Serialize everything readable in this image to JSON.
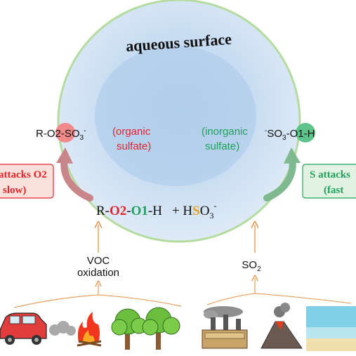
{
  "droplet": {
    "title": "aqueous surface"
  },
  "left_product": {
    "r_prefix": "R",
    "o2": "O2",
    "so3": "SO",
    "so3_sub": "3",
    "so3_sup": "-",
    "label_line1": "(organic",
    "label_line2": "sulfate)"
  },
  "right_product": {
    "so3_sup": "-",
    "so3": "SO",
    "so3_sub": "3",
    "o1": "O1",
    "h": "H",
    "label_line1": "(inorganic",
    "label_line2": "sulfate)"
  },
  "left_attack": {
    "line1": "attacks O2",
    "line2": "slow)"
  },
  "right_attack": {
    "line1": "S attacks",
    "line2": "(fast"
  },
  "reactants": {
    "r": "R-",
    "o2": "O2",
    "dash1": "-",
    "o1": "O1",
    "h": "-H",
    "plus": "+ H",
    "s": "S",
    "o3": "O",
    "o3_sub": "3",
    "o3_sup": "-"
  },
  "sources": {
    "voc_line1": "VOC",
    "voc_line2": "oxidation",
    "so2": "SO",
    "so2_sub": "2"
  },
  "colors": {
    "red": "#e8222b",
    "green": "#1aa35a",
    "orange": "#e8934a",
    "droplet_edge": "#b5dca0"
  }
}
